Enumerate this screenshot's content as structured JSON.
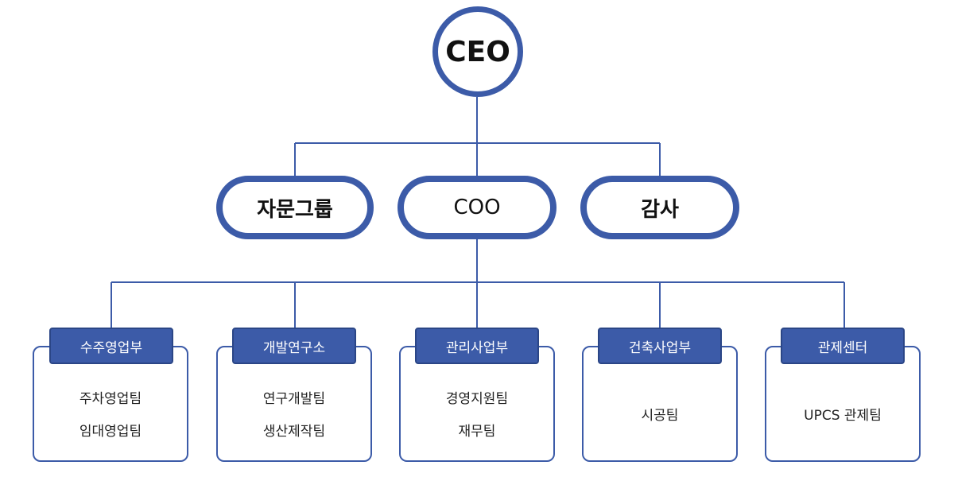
{
  "ceo": {
    "label": "CEO"
  },
  "level2": [
    {
      "label": "자문그룹",
      "bold": true
    },
    {
      "label": "COO",
      "bold": false
    },
    {
      "label": "감사",
      "bold": true
    }
  ],
  "departments": [
    {
      "name": "수주영업부",
      "teams": [
        "주차영업팀",
        "임대영업팀"
      ]
    },
    {
      "name": "개발연구소",
      "teams": [
        "연구개발팀",
        "생산제작팀"
      ]
    },
    {
      "name": "관리사업부",
      "teams": [
        "경영지원팀",
        "재무팀"
      ]
    },
    {
      "name": "건축사업부",
      "teams": [
        "시공팀"
      ]
    },
    {
      "name": "관제센터",
      "teams": [
        "UPCS 관제팀"
      ]
    }
  ],
  "colors": {
    "accent": "#3c5ba8",
    "line": "#3c5ba8"
  }
}
